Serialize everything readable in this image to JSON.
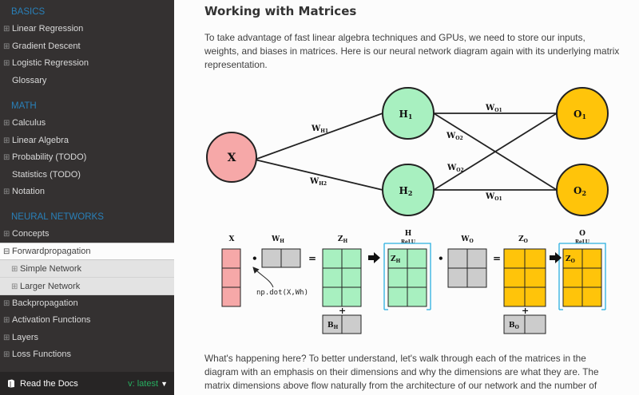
{
  "sidebar": {
    "sections": [
      {
        "heading": "BASICS",
        "items": [
          "Linear Regression",
          "Gradient Descent",
          "Logistic Regression",
          "Glossary"
        ]
      },
      {
        "heading": "MATH",
        "items": [
          "Calculus",
          "Linear Algebra",
          "Probability (TODO)",
          "Statistics (TODO)",
          "Notation"
        ]
      },
      {
        "heading": "NEURAL NETWORKS",
        "items": [
          "Concepts",
          "Forwardpropagation",
          "Simple Network",
          "Larger Network",
          "Backpropagation",
          "Activation Functions",
          "Layers",
          "Loss Functions"
        ]
      }
    ],
    "footer": {
      "brand": "Read the Docs",
      "version": "v: latest"
    }
  },
  "main": {
    "title": "Working with Matrices",
    "intro": "To take advantage of fast linear algebra techniques and GPUs, we need to store our inputs, weights, and biases in matrices. Here is our neural network diagram again with its underlying matrix representation.",
    "outro": "What's happening here? To better understand, let's walk through each of the matrices in the diagram with an emphasis on their dimensions and why the dimensions are what they are. The matrix dimensions above flow naturally from the architecture of our network and the number of"
  },
  "diagram": {
    "nodes": {
      "x": "X",
      "h1": "H",
      "h1_sub": "1",
      "h2": "H",
      "h2_sub": "2",
      "o1": "O",
      "o1_sub": "1",
      "o2": "O",
      "o2_sub": "2"
    },
    "edges": {
      "wh": "W",
      "wh1_sub": "H1",
      "wh2_sub": "H2",
      "wo": "W",
      "wo1_sub": "O1",
      "wo2_sub": "O2"
    },
    "matrices": {
      "x": "X",
      "wh": "W",
      "wh_sub": "H",
      "zh": "Z",
      "zh_sub": "H",
      "h": "H",
      "relu": "ReLU",
      "wo": "W",
      "wo_sub": "O",
      "zo": "Z",
      "zo_sub": "O",
      "o": "O",
      "bh": "B",
      "bh_sub": "H",
      "bo": "B",
      "bo_sub": "O",
      "npdot": "np.dot(X,Wh)",
      "dot": "•",
      "eq": "=",
      "plus": "+"
    },
    "colors": {
      "x": "#f6a8a8",
      "h": "#a8f0c0",
      "o": "#ffc40a",
      "w": "#cccccc",
      "accent": "#2ab0e0",
      "link": "#2980b9"
    }
  }
}
